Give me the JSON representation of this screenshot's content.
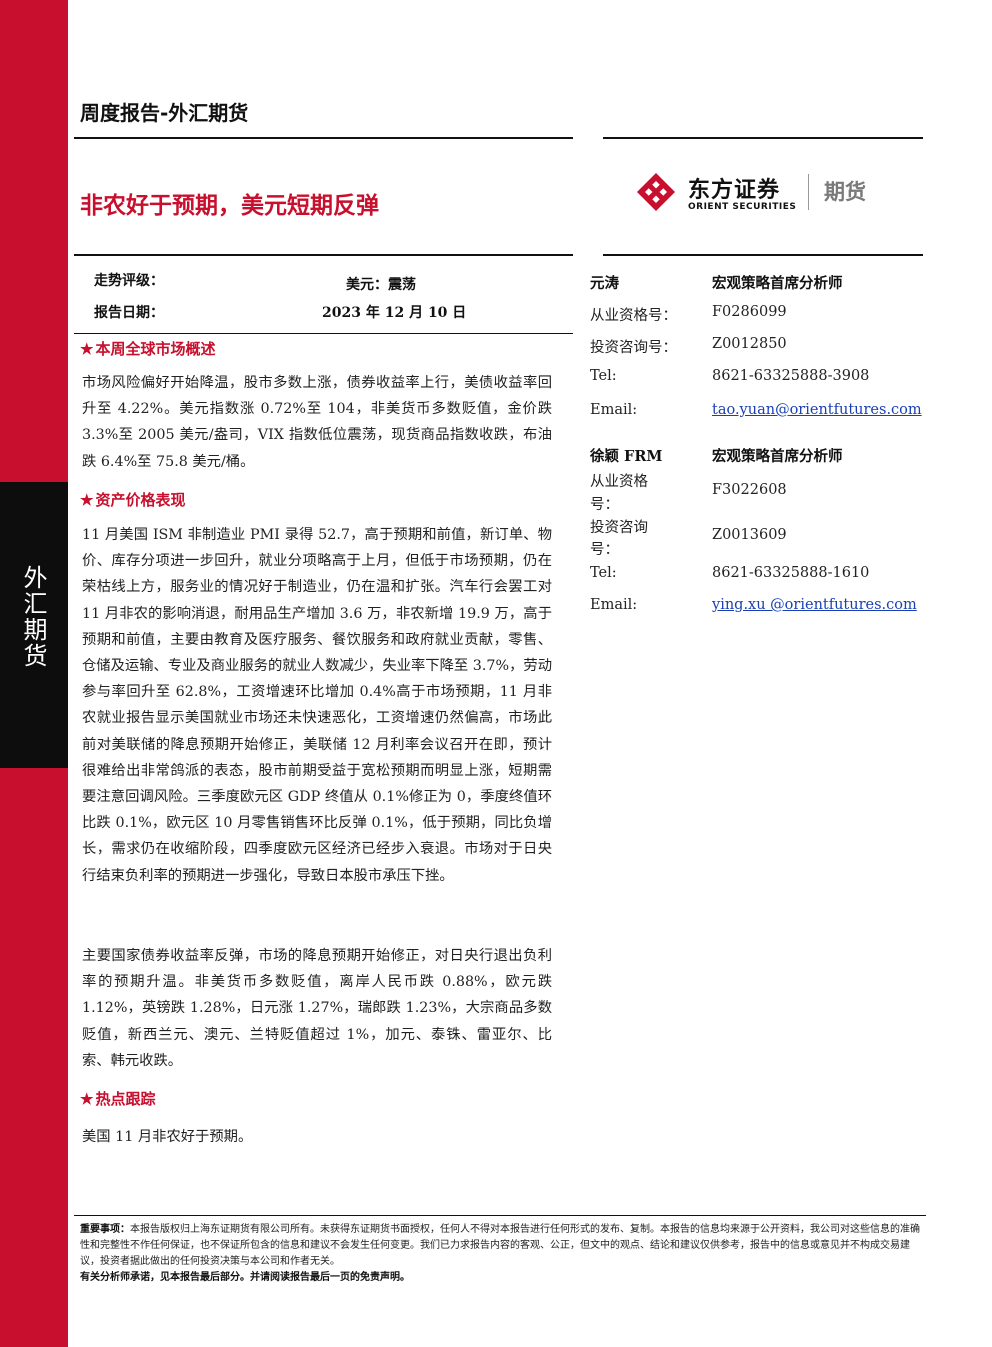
{
  "side_label": "外汇期货",
  "report_type": "周度报告-外汇期货",
  "title": "非农好于预期，美元短期反弹",
  "logo": {
    "cn": "东方证券",
    "en": "ORIENT SECURITIES",
    "unit": "期货"
  },
  "meta": {
    "rating_label": "走势评级：",
    "rating_value": "美元：震荡",
    "date_label": "报告日期：",
    "date_value": "2023 年 12 月 10 日"
  },
  "sections": [
    {
      "heading": "本周全球市场概述",
      "paragraphs": [
        "市场风险偏好开始降温，股市多数上涨，债券收益率上行，美债收益率回升至 4.22%。美元指数涨 0.72%至 104，非美货币多数贬值，金价跌 3.3%至 2005 美元/盎司，VIX 指数低位震荡，现货商品指数收跌，布油跌 6.4%至 75.8 美元/桶。"
      ]
    },
    {
      "heading": "资产价格表现",
      "paragraphs": [
        "11 月美国 ISM 非制造业 PMI 录得 52.7，高于预期和前值，新订单、物价、库存分项进一步回升，就业分项略高于上月，但低于市场预期，仍在荣枯线上方，服务业的情况好于制造业，仍在温和扩张。汽车行会罢工对 11 月非农的影响消退，耐用品生产增加 3.6 万，非农新增 19.9 万，高于预期和前值，主要由教育及医疗服务、餐饮服务和政府就业贡献，零售、仓储及运输、专业及商业服务的就业人数减少，失业率下降至 3.7%，劳动参与率回升至 62.8%，工资增速环比增加 0.4%高于市场预期，11 月非农就业报告显示美国就业市场还未快速恶化，工资增速仍然偏高，市场此前对美联储的降息预期开始修正，美联储 12 月利率会议召开在即，预计很难给出非常鸽派的表态，股市前期受益于宽松预期而明显上涨，短期需要注意回调风险。三季度欧元区 GDP 终值从 0.1%修正为 0，季度终值环比跌 0.1%，欧元区 10 月零售销售环比反弹 0.1%，低于预期，同比负增长，需求仍在收缩阶段，四季度欧元区经济已经步入衰退。市场对于日央行结束负利率的预期进一步强化，导致日本股市承压下挫。",
        "主要国家债券收益率反弹，市场的降息预期开始修正，对日央行退出负利率的预期升温。非美货币多数贬值，离岸人民币跌 0.88%，欧元跌 1.12%，英镑跌 1.28%，日元涨 1.27%，瑞郎跌 1.23%，大宗商品多数贬值，新西兰元、澳元、兰特贬值超过 1%，加元、泰铢、雷亚尔、比索、韩元收跌。"
      ]
    },
    {
      "heading": "热点跟踪",
      "paragraphs": [
        "美国 11 月非农好于预期。"
      ]
    }
  ],
  "analysts": [
    {
      "name": "元涛",
      "title": "宏观策略首席分析师",
      "cert_label": "从业资格号：",
      "cert": "F0286099",
      "consult_label": "投资咨询号：",
      "consult": "Z0012850",
      "tel_label": "Tel:",
      "tel": "8621-63325888-3908",
      "email_label": "Email:",
      "email": "tao.yuan@orientfutures.com"
    },
    {
      "name": "徐颖 FRM",
      "title": "宏观策略首席分析师",
      "cert_label_1": "从业资格",
      "cert_label_2": "号：",
      "cert": "F3022608",
      "consult_label_1": "投资咨询",
      "consult_label_2": "号：",
      "consult": "Z0013609",
      "tel_label": "Tel:",
      "tel": "8621-63325888-1610",
      "email_label": "Email:",
      "email": "ying.xu @orientfutures.com"
    }
  ],
  "footer": {
    "notice_label": "重要事项：",
    "notice": "本报告版权归上海东证期货有限公司所有。未获得东证期货书面授权，任何人不得对本报告进行任何形式的发布、复制。本报告的信息均来源于公开资料，我公司对这些信息的准确性和完整性不作任何保证，也不保证所包含的信息和建议不会发生任何变更。我们已力求报告内容的客观、公正，但文中的观点、结论和建议仅供参考，报告中的信息或意见并不构成交易建议，投资者据此做出的任何投资决策与本公司和作者无关。",
    "disclaimer": "有关分析师承诺，见本报告最后部分。并请阅读报告最后一页的免责声明。"
  },
  "colors": {
    "brand_red": "#c8102e",
    "dark": "#0d0d0d",
    "link": "#1a3fb5"
  }
}
